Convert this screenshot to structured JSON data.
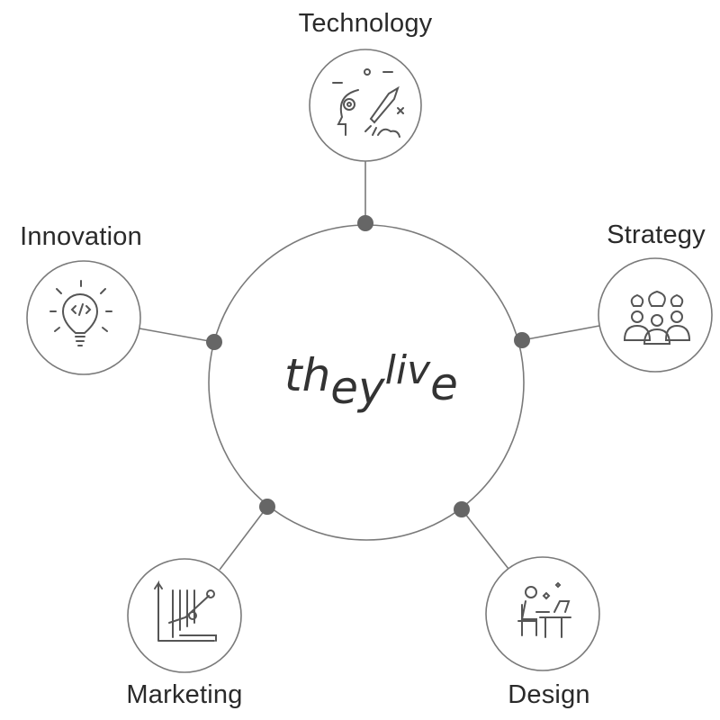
{
  "center": {
    "logo_text": "theylive",
    "logo_parts": [
      "th",
      "ey",
      "liv",
      "e"
    ]
  },
  "nodes": [
    {
      "label": "Technology",
      "icon": "rocket-brain-icon"
    },
    {
      "label": "Strategy",
      "icon": "team-ideas-icon"
    },
    {
      "label": "Innovation",
      "icon": "lightbulb-code-icon"
    },
    {
      "label": "Marketing",
      "icon": "growth-chart-icon"
    },
    {
      "label": "Design",
      "icon": "designer-desk-icon"
    }
  ],
  "colors": {
    "stroke": "#777777",
    "dot": "#666666",
    "text": "#2a2a2a"
  }
}
